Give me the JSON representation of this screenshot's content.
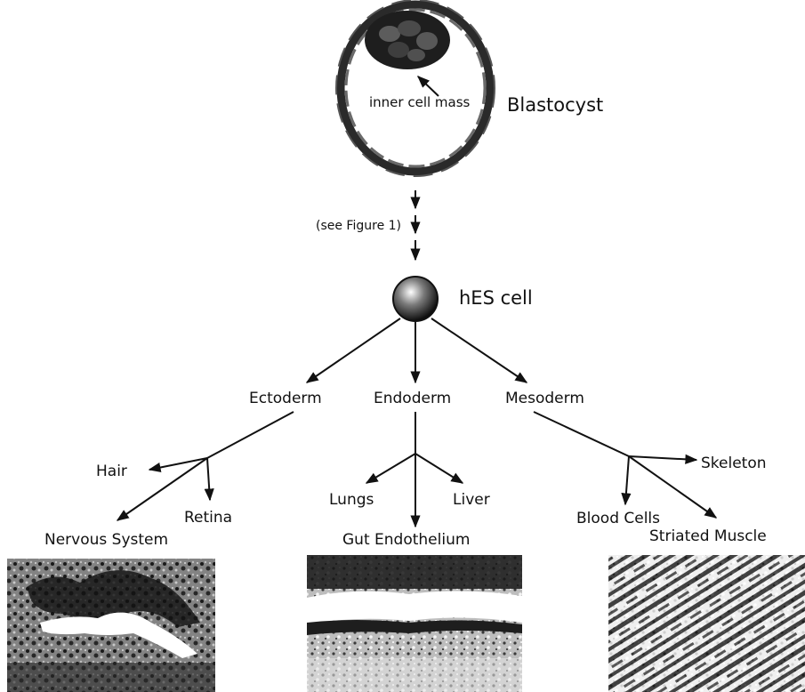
{
  "blastocyst": {
    "inner_cell_mass_label": "inner cell mass",
    "name_label": "Blastocyst"
  },
  "figure_ref": "(see Figure 1)",
  "hes_cell_label": "hES cell",
  "germ_layers": {
    "ectoderm": "Ectoderm",
    "endoderm": "Endoderm",
    "mesoderm": "Mesoderm"
  },
  "ectoderm_products": {
    "hair": "Hair",
    "retina": "Retina",
    "nervous_system": "Nervous System"
  },
  "endoderm_products": {
    "lungs": "Lungs",
    "liver": "Liver",
    "gut_endothelium": "Gut Endothelium"
  },
  "mesoderm_products": {
    "skeleton": "Skeleton",
    "blood_cells": "Blood Cells",
    "striated_muscle": "Striated Muscle"
  },
  "colors": {
    "ink": "#111111",
    "membrane": "#2a2a2a",
    "micrograph_dark": "#1a1a1a",
    "micrograph_light": "#e8e8e8"
  }
}
